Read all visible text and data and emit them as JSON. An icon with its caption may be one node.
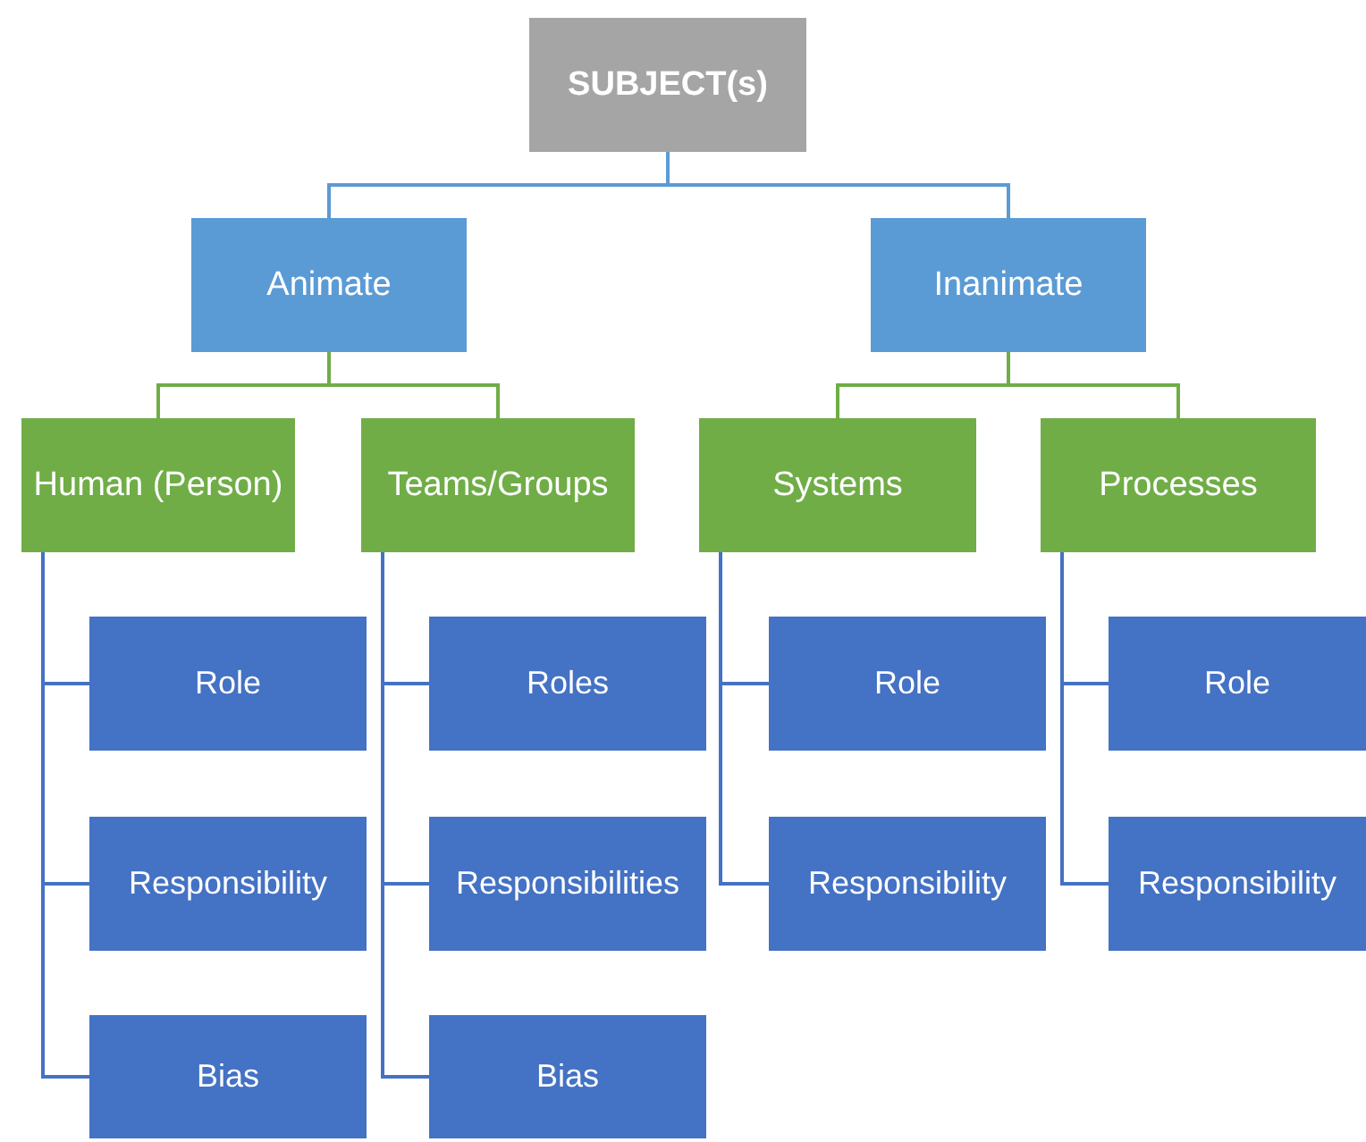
{
  "diagram": {
    "nodes": [
      {
        "text": [
          "SUBJECT(s)"
        ]
      },
      {
        "text": [
          "Animate"
        ]
      },
      {
        "text": [
          "Inanimate"
        ]
      },
      {
        "text": [
          "Human (Person)"
        ]
      },
      {
        "text": [
          "Teams/Groups"
        ]
      },
      {
        "text": [
          "Systems"
        ]
      },
      {
        "text": [
          "Processes"
        ]
      },
      {
        "text": [
          "Role"
        ]
      },
      {
        "text": [
          "Responsibility"
        ]
      },
      {
        "text": [
          "Bias"
        ]
      },
      {
        "text": [
          "Roles"
        ]
      },
      {
        "text": [
          "Responsibilities"
        ]
      },
      {
        "text": [
          "Bias"
        ]
      },
      {
        "text": [
          "Role"
        ]
      },
      {
        "text": [
          "Responsibility"
        ]
      },
      {
        "text": [
          "Role"
        ]
      },
      {
        "text": [
          "Responsibility"
        ]
      }
    ],
    "edges": [
      {
        "from": 0,
        "to": 1,
        "arrow": "none",
        "color": "#5b9bd5"
      },
      {
        "from": 0,
        "to": 2,
        "arrow": "none",
        "color": "#5b9bd5"
      },
      {
        "from": 1,
        "to": 3,
        "arrow": "none",
        "color": "#70ad47"
      },
      {
        "from": 1,
        "to": 4,
        "arrow": "none",
        "color": "#70ad47"
      },
      {
        "from": 2,
        "to": 5,
        "arrow": "none",
        "color": "#70ad47"
      },
      {
        "from": 2,
        "to": 6,
        "arrow": "none",
        "color": "#70ad47"
      },
      {
        "from": 3,
        "to": 7,
        "arrow": "none"
      },
      {
        "from": 3,
        "to": 8,
        "arrow": "none"
      },
      {
        "from": 3,
        "to": 9,
        "arrow": "none"
      },
      {
        "from": 4,
        "to": 10,
        "arrow": "none"
      },
      {
        "from": 4,
        "to": 11,
        "arrow": "none"
      },
      {
        "from": 4,
        "to": 12,
        "arrow": "none"
      },
      {
        "from": 5,
        "to": 13,
        "arrow": "none"
      },
      {
        "from": 5,
        "to": 14,
        "arrow": "none"
      },
      {
        "from": 6,
        "to": 15,
        "arrow": "none"
      },
      {
        "from": 6,
        "to": 16,
        "arrow": "none"
      }
    ]
  }
}
